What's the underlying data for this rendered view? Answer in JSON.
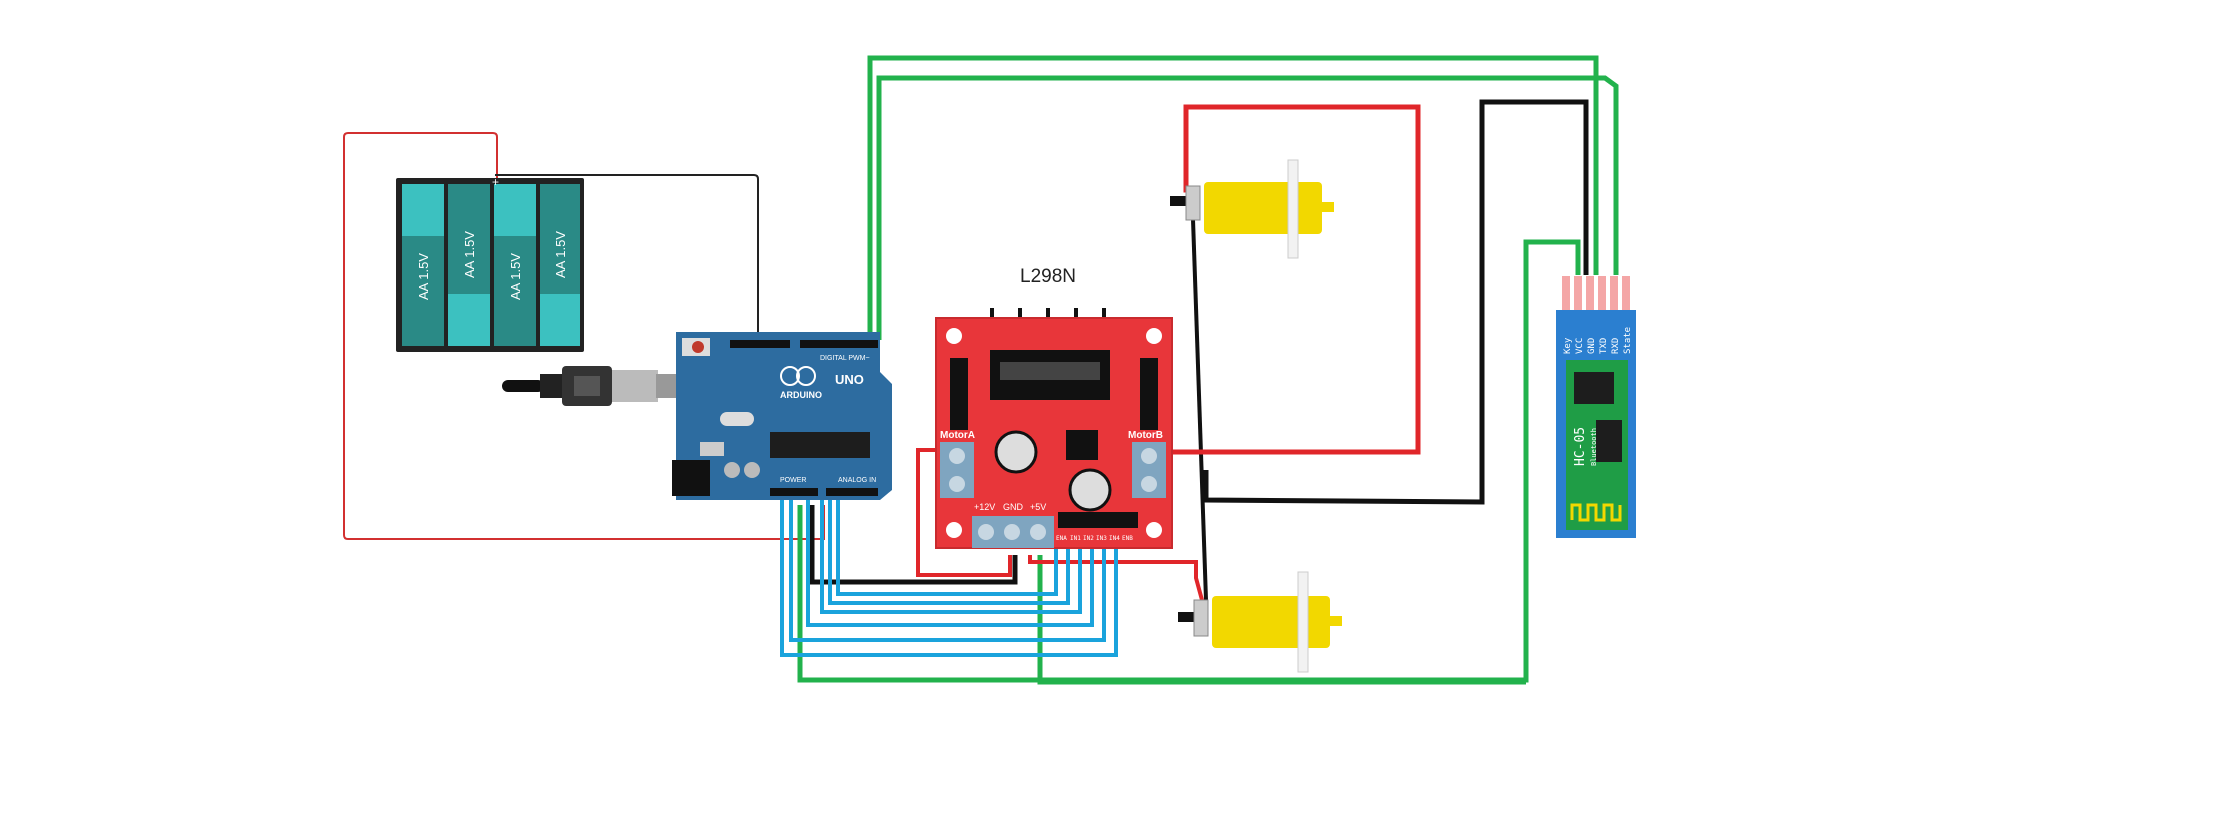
{
  "battery": {
    "cells": [
      "AA 1.5V",
      "AA 1.5V",
      "AA 1.5V",
      "AA 1.5V"
    ],
    "plus": "+"
  },
  "arduino": {
    "logo": "ARDUINO",
    "model": "UNO",
    "power_label": "POWER",
    "analog_label": "ANALOG IN",
    "digital_label": "DIGITAL PWM~",
    "brand_color": "#2d6ca0"
  },
  "l298n": {
    "title": "L298N",
    "motor_a": "MotorA",
    "motor_b": "MotorB",
    "v12": "+12V",
    "gnd": "GND",
    "v5": "+5V",
    "pins": [
      "ENA",
      "IN1",
      "IN2",
      "IN3",
      "IN4",
      "ENB"
    ],
    "board_color": "#e8363a"
  },
  "hc05": {
    "pins": [
      "Key",
      "VCC",
      "GND",
      "TXD",
      "RXD",
      "State"
    ],
    "name": "HC-05",
    "sub": "Bluetooth",
    "board_color": "#2b7fd0"
  },
  "wire_colors": {
    "red": "#e0262a",
    "black": "#111111",
    "green": "#22b24c",
    "blue": "#1aa3dc",
    "thin_red": "#d23030",
    "thin_black": "#222222"
  }
}
